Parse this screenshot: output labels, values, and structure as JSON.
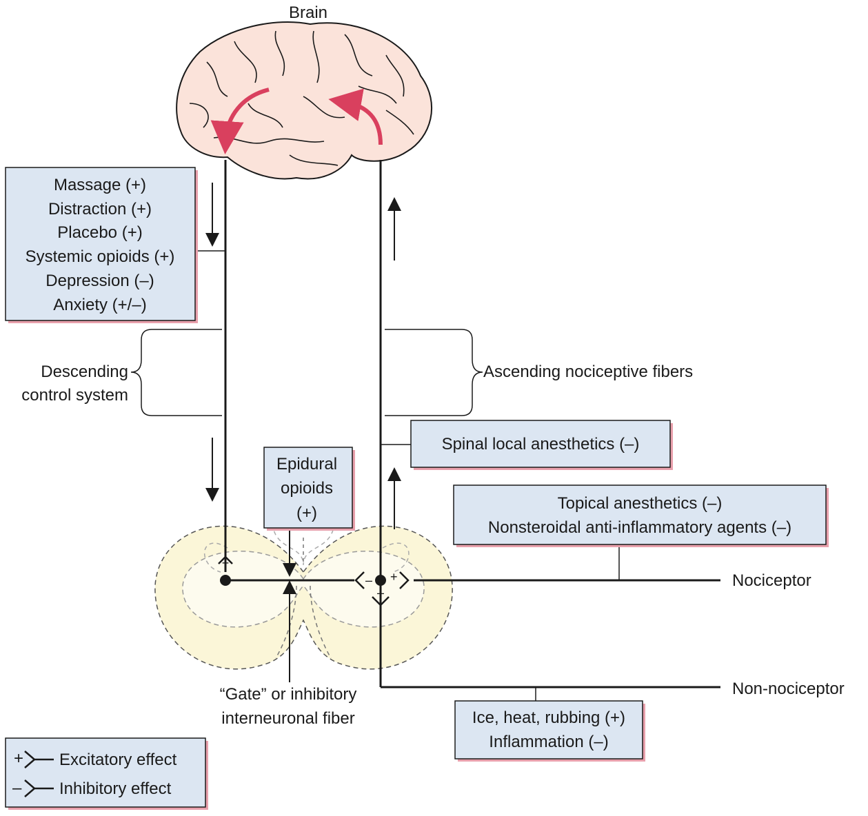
{
  "brain_label": "Brain",
  "modulator_box": {
    "lines": [
      "Massage (+)",
      "Distraction (+)",
      "Placebo (+)",
      "Systemic opioids (+)",
      "Depression (–)",
      "Anxiety (+/–)"
    ]
  },
  "descending_label": [
    "Descending",
    "control system"
  ],
  "ascending_label": "Ascending nociceptive fibers",
  "spinal_box": {
    "lines": [
      "Spinal local anesthetics (–)"
    ]
  },
  "epidural_box": {
    "lines": [
      "Epidural",
      "opioids",
      "(+)"
    ]
  },
  "topical_box": {
    "lines": [
      "Topical anesthetics (–)",
      "Nonsteroidal anti-inflammatory agents (–)"
    ]
  },
  "ice_box": {
    "lines": [
      "Ice, heat, rubbing (+)",
      "Inflammation (–)"
    ]
  },
  "nociceptor_label": "Nociceptor",
  "non_nociceptor_label": "Non-nociceptor",
  "gate_label": [
    "“Gate” or inhibitory",
    "interneuronal fiber"
  ],
  "signs": {
    "plus": "+",
    "minus": "–"
  },
  "legend": {
    "items": [
      {
        "sign": "+",
        "label": "Excitatory effect"
      },
      {
        "sign": "–",
        "label": "Inhibitory effect"
      }
    ]
  },
  "colors": {
    "box_fill": "#dce6f2",
    "box_shadow": "#e8a0ac",
    "cord_fill": "#fbf6d8",
    "brain_fill": "#fbe3da",
    "arrow_red": "#d9405e"
  }
}
